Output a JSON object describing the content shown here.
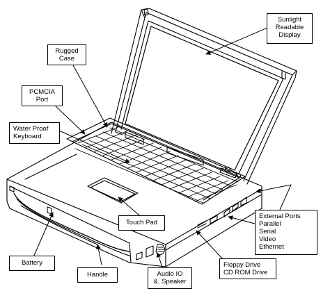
{
  "labels": {
    "sunlight_display": [
      "Sunlight",
      "Readable",
      "Display"
    ],
    "rugged_case": [
      "Rugged",
      "Case"
    ],
    "pcmcia_port": [
      "PCMCIA",
      "Port"
    ],
    "water_proof_keyboard": [
      "Water Proof",
      "Keyboard"
    ],
    "touch_pad": "Touch Pad",
    "external_ports": [
      "External Ports",
      "Parallel",
      "Serial",
      "Video",
      "Ethernet"
    ],
    "battery": "Battery",
    "handle": "Handle",
    "audio_io": [
      "Audio IO",
      "&. Speaker"
    ],
    "floppy_drive": [
      "Floppy Drive",
      "CD ROM Drive"
    ]
  },
  "colors": {
    "line": "#000000",
    "background": "#ffffff"
  }
}
